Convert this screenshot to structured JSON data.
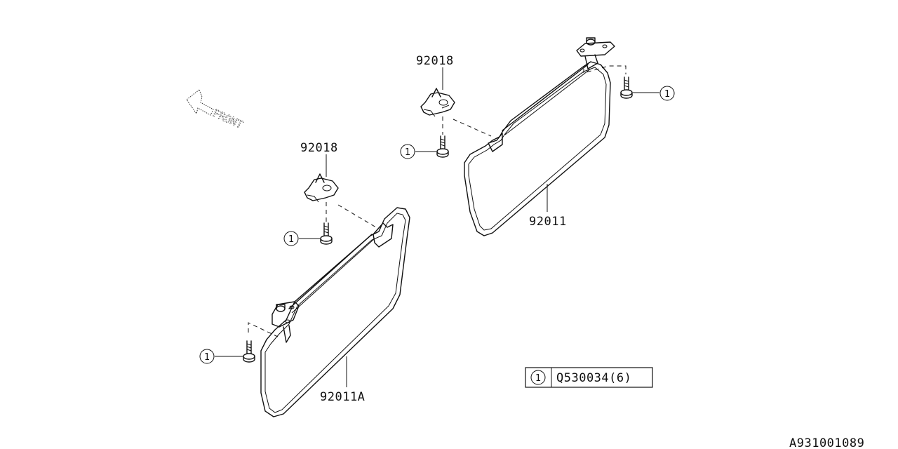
{
  "diagram": {
    "front_label": "FRONT",
    "callouts": [
      {
        "id": "c1",
        "text": "92018"
      },
      {
        "id": "c2",
        "text": "92018"
      },
      {
        "id": "c3",
        "text": "92011"
      },
      {
        "id": "c4",
        "text": "92011A"
      }
    ],
    "ref_marker": "1",
    "legend": {
      "marker": "1",
      "part_number": "Q530034(6)"
    },
    "figure_code": "A931001089"
  }
}
